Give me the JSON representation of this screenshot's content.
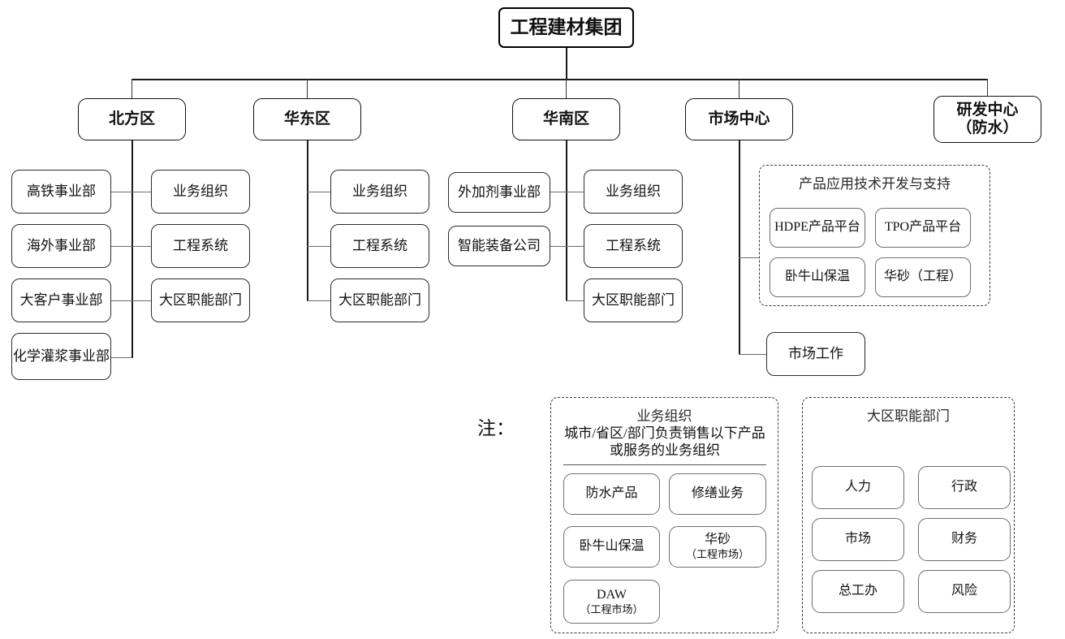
{
  "diagram": {
    "root": {
      "label": "工程建材集团"
    },
    "regions": [
      {
        "label": "北方区"
      },
      {
        "label": "华东区"
      },
      {
        "label": "华南区"
      },
      {
        "label": "市场中心"
      },
      {
        "label": "研发中心",
        "sublabel": "（防水）"
      }
    ],
    "north": {
      "business_units": [
        "高铁事业部",
        "海外事业部",
        "大客户事业部",
        "化学灌浆事业部"
      ],
      "systems": [
        "业务组织",
        "工程系统",
        "大区职能部门"
      ]
    },
    "east": {
      "business_units": [],
      "systems": [
        "业务组织",
        "工程系统",
        "大区职能部门"
      ]
    },
    "south": {
      "business_units": [
        "外加剂事业部",
        "智能装备公司"
      ],
      "systems": [
        "业务组织",
        "工程系统",
        "大区职能部门"
      ]
    },
    "market_center": {
      "group_title": "产品应用技术开发与支持",
      "platforms": [
        "HDPE产品平台",
        "TPO产品平台",
        "卧牛山保温",
        "华砂（工程）"
      ],
      "extra": "市场工作"
    }
  },
  "legend": {
    "note_label": "注：",
    "business_org": {
      "title": "业务组织",
      "description": "城市/省区/部门负责销售以下产品或服务的业务组织",
      "items": [
        {
          "label": "防水产品",
          "sub": ""
        },
        {
          "label": "修缮业务",
          "sub": ""
        },
        {
          "label": "卧牛山保温",
          "sub": ""
        },
        {
          "label": "华砂",
          "sub": "（工程市场）"
        },
        {
          "label": "DAW",
          "sub": "（工程市场）"
        }
      ]
    },
    "regional_functions": {
      "title": "大区职能部门",
      "items": [
        "人力",
        "行政",
        "市场",
        "财务",
        "总工办",
        "风险"
      ]
    }
  },
  "colors": {
    "line": "#333333",
    "border": "#2b2b2b",
    "soft_border": "#6e6e6e",
    "background": "#ffffff"
  }
}
